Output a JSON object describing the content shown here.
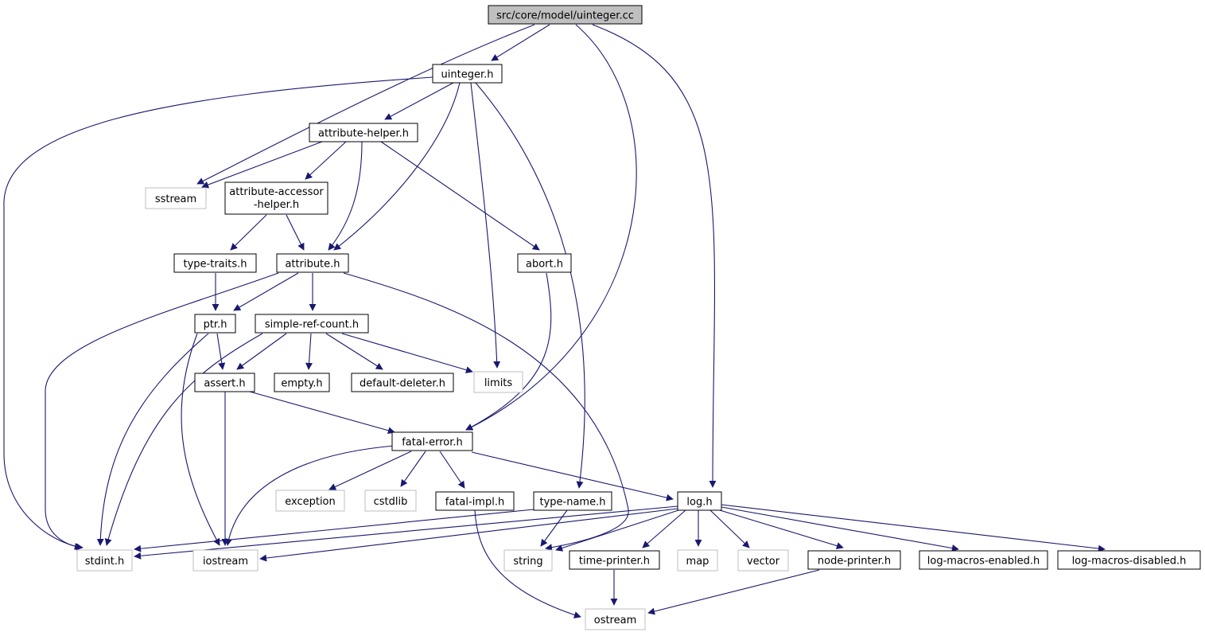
{
  "colors": {
    "edge": "#191970",
    "node_border": "#000000",
    "external_border": "#bfbfbf",
    "root_fill": "#bfbfbf",
    "text": "#000000"
  },
  "nodes": {
    "root": "src/core/model/uinteger.cc",
    "uinteger_h": "uinteger.h",
    "attribute_helper_h": "attribute-helper.h",
    "sstream": "sstream",
    "attribute_accessor_helper_1": "attribute-accessor",
    "attribute_accessor_helper_2": "-helper.h",
    "type_traits_h": "type-traits.h",
    "attribute_h": "attribute.h",
    "abort_h": "abort.h",
    "ptr_h": "ptr.h",
    "simple_ref_count_h": "simple-ref-count.h",
    "assert_h": "assert.h",
    "empty_h": "empty.h",
    "default_deleter_h": "default-deleter.h",
    "limits": "limits",
    "fatal_error_h": "fatal-error.h",
    "exception": "exception",
    "cstdlib": "cstdlib",
    "fatal_impl_h": "fatal-impl.h",
    "type_name_h": "type-name.h",
    "log_h": "log.h",
    "stdint_h": "stdint.h",
    "iostream": "iostream",
    "string": "string",
    "time_printer_h": "time-printer.h",
    "map": "map",
    "vector": "vector",
    "node_printer_h": "node-printer.h",
    "log_macros_enabled_h": "log-macros-enabled.h",
    "log_macros_disabled_h": "log-macros-disabled.h",
    "ostream": "ostream"
  }
}
